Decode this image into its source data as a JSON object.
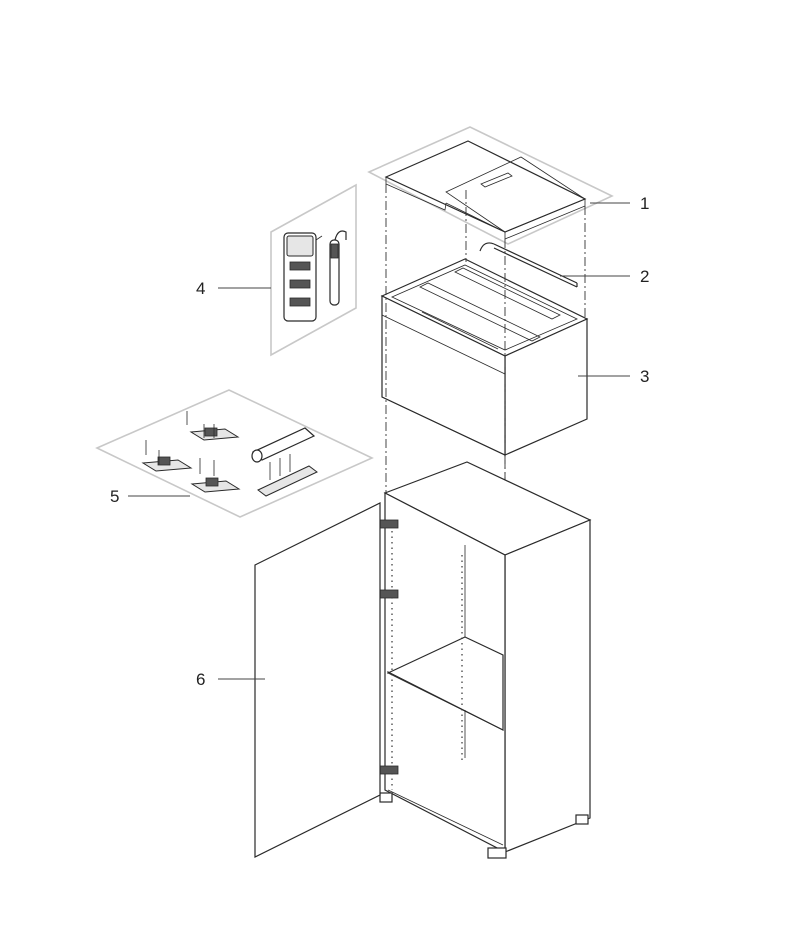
{
  "callouts": [
    {
      "id": "1",
      "label": "1",
      "part": "cover"
    },
    {
      "id": "2",
      "label": "2",
      "part": "light-bar"
    },
    {
      "id": "3",
      "label": "3",
      "part": "aquarium-tank"
    },
    {
      "id": "4",
      "label": "4",
      "part": "filter-and-heater"
    },
    {
      "id": "5",
      "label": "5",
      "part": "hinges-and-damper"
    },
    {
      "id": "6",
      "label": "6",
      "part": "cabinet-door"
    }
  ],
  "colors": {
    "line": "#2a2a2a",
    "group_box": "#c8c8c8",
    "background": "#ffffff"
  }
}
